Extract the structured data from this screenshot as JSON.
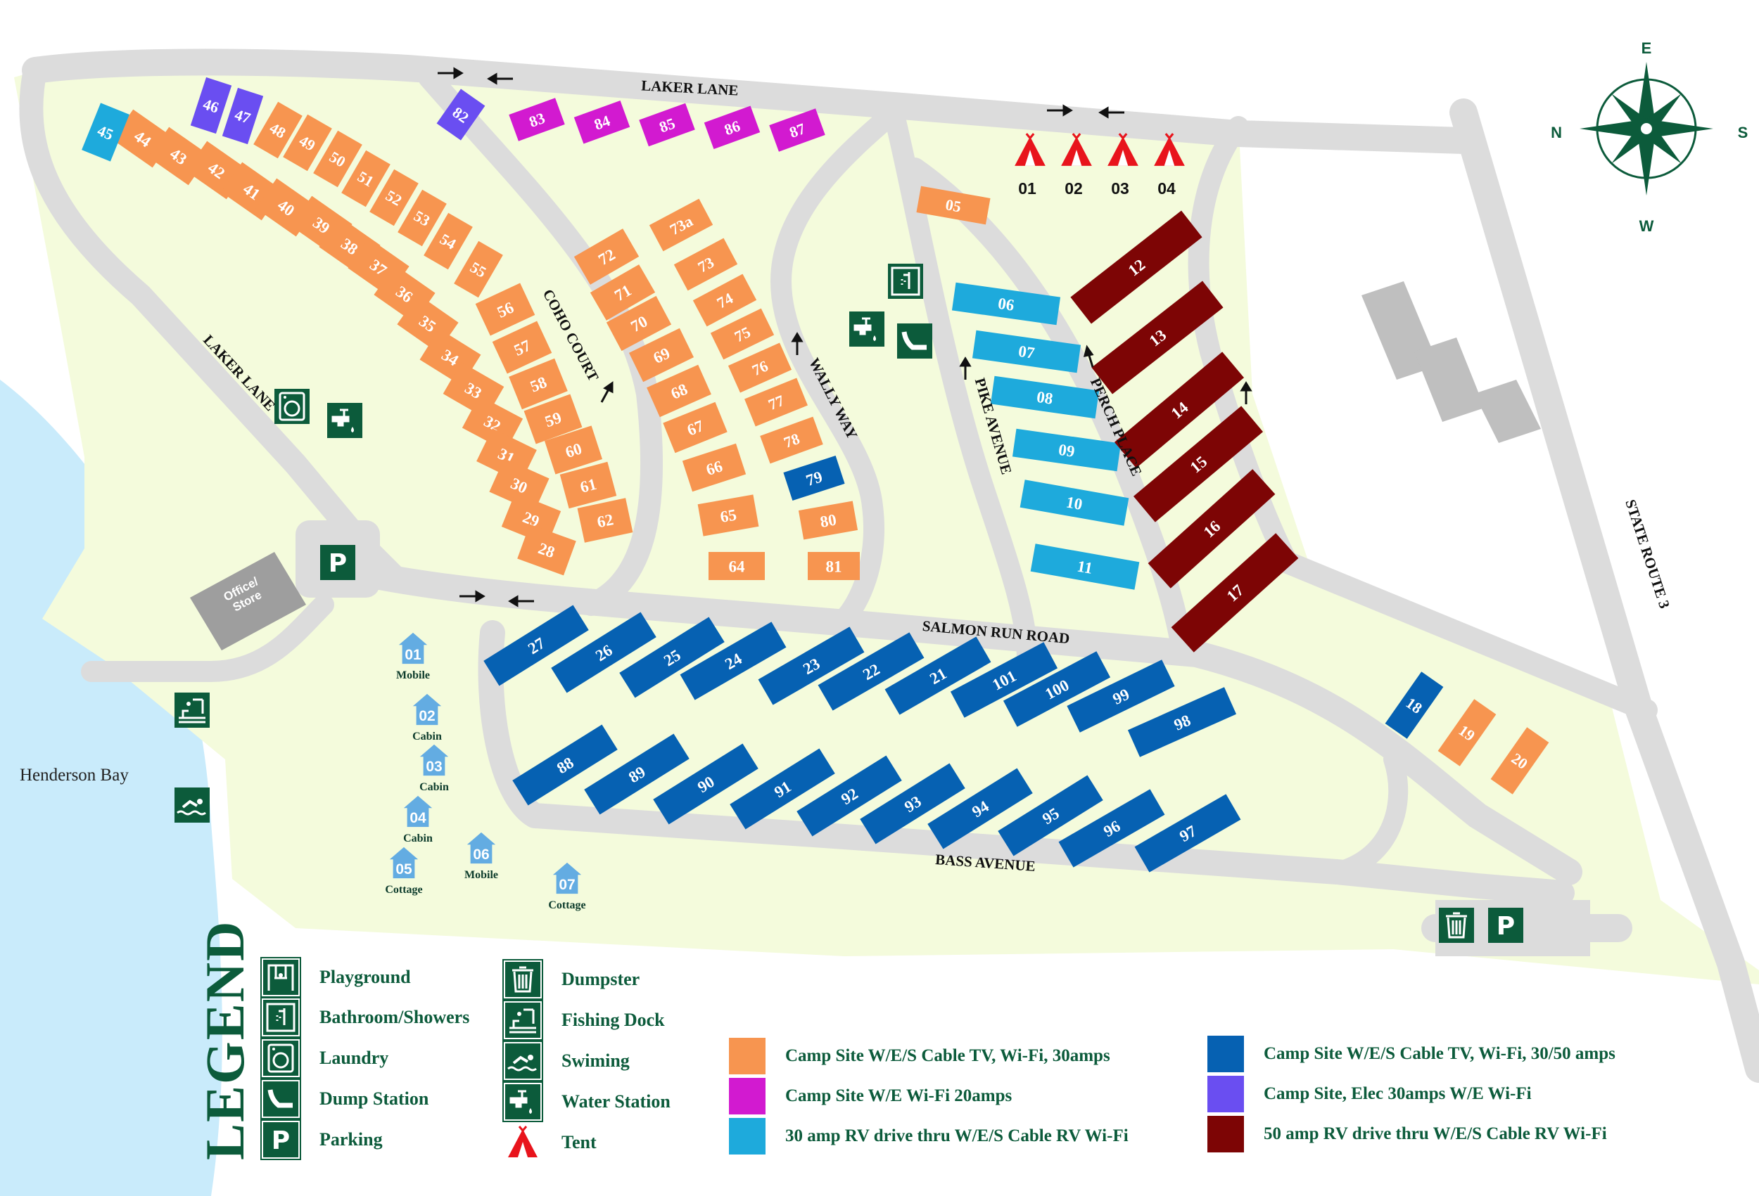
{
  "colors": {
    "orange": "#f79550",
    "magenta": "#d21ad0",
    "cyan": "#1eaadc",
    "blue": "#0661b2",
    "purple": "#6a4ef1",
    "maroon": "#7d0505",
    "green": "#0c5b3b",
    "land": "#f4fbdc",
    "water": "#c9ebfb",
    "road": "#dcdcdc",
    "tent": "#e8141c",
    "cabin": "#63ace2"
  },
  "compass": {
    "n": "N",
    "e": "E",
    "s": "S",
    "w": "W"
  },
  "roads": {
    "laker_lane_top": "LAKER LANE",
    "laker_lane_side": "LAKER LANE",
    "coho_court": "COHO COURT",
    "wally_way": "WALLY WAY",
    "pike_avenue": "PIKE AVENUE",
    "perch_place": "PERCH PLACE",
    "salmon_run_road": "SALMON RUN ROAD",
    "bass_avenue": "BASS AVENUE",
    "state_route_3": "STATE ROUTE 3"
  },
  "places": {
    "bay": "Henderson Bay",
    "office": "Office/\nStore"
  },
  "tents": [
    "01",
    "02",
    "03",
    "04"
  ],
  "cabins": [
    {
      "n": "01",
      "label": "Mobile"
    },
    {
      "n": "02",
      "label": "Cabin"
    },
    {
      "n": "03",
      "label": "Cabin"
    },
    {
      "n": "04",
      "label": "Cabin"
    },
    {
      "n": "05",
      "label": "Cottage"
    },
    {
      "n": "06",
      "label": "Mobile"
    },
    {
      "n": "07",
      "label": "Cottage"
    }
  ],
  "sites": {
    "orange_west": [
      "44",
      "43",
      "42",
      "41",
      "40",
      "39",
      "38",
      "37",
      "36",
      "35",
      "34",
      "33",
      "32",
      "31",
      "30",
      "29",
      "28"
    ],
    "orange_east": [
      "48",
      "49",
      "50",
      "51",
      "52",
      "53",
      "54",
      "55"
    ],
    "purple": [
      "46",
      "47",
      "82"
    ],
    "cyan_corner": [
      "45"
    ],
    "coho_east": [
      "56",
      "57",
      "58",
      "59",
      "60",
      "61",
      "62"
    ],
    "magenta": [
      "83",
      "84",
      "85",
      "86",
      "87"
    ],
    "wally_west": [
      "72",
      "71",
      "70",
      "69",
      "68",
      "67"
    ],
    "wally_east": [
      "73a",
      "73",
      "74",
      "75",
      "76",
      "77",
      "78"
    ],
    "south_pair": [
      "66",
      "65",
      "64"
    ],
    "wally_low": [
      "79",
      "80",
      "81"
    ],
    "cyan_drive": [
      "05",
      "06",
      "07",
      "08",
      "09",
      "10",
      "11"
    ],
    "maroon": [
      "12",
      "13",
      "14",
      "15",
      "16",
      "17"
    ],
    "blue_salmon": [
      "27",
      "26",
      "25",
      "24",
      "23",
      "22",
      "21",
      "101",
      "100",
      "99",
      "98"
    ],
    "blue_bass": [
      "88",
      "89",
      "90",
      "91",
      "92",
      "93",
      "94",
      "95",
      "96",
      "97"
    ],
    "east_sites": [
      "18",
      "19",
      "20"
    ]
  },
  "legend": {
    "title": "LEGEND",
    "amenities": [
      {
        "label": "Playground",
        "icon": "playground-icon"
      },
      {
        "label": "Bathroom/Showers",
        "icon": "shower-icon"
      },
      {
        "label": "Laundry",
        "icon": "laundry-icon"
      },
      {
        "label": "Dump Station",
        "icon": "dump-station-icon"
      },
      {
        "label": "Parking",
        "icon": "parking-icon",
        "glyph": "P"
      },
      {
        "label": "Dumpster",
        "icon": "dumpster-icon"
      },
      {
        "label": "Fishing Dock",
        "icon": "fishing-dock-icon"
      },
      {
        "label": "Swiming",
        "icon": "swimming-icon"
      },
      {
        "label": "Water Station",
        "icon": "water-station-icon"
      },
      {
        "label": "Tent",
        "icon": "tent-icon"
      }
    ],
    "categories": [
      {
        "label": "Camp Site W/E/S Cable TV, Wi-Fi, 30amps",
        "color": "#f79550"
      },
      {
        "label": "Camp Site W/E Wi-Fi 20amps",
        "color": "#d21ad0"
      },
      {
        "label": "30 amp RV drive thru W/E/S Cable RV Wi-Fi",
        "color": "#1eaadc"
      },
      {
        "label": "Camp Site W/E/S Cable TV, Wi-Fi, 30/50 amps",
        "color": "#0661b2"
      },
      {
        "label": "Camp Site, Elec 30amps W/E Wi-Fi",
        "color": "#6a4ef1"
      },
      {
        "label": "50 amp RV drive thru W/E/S Cable RV Wi-Fi",
        "color": "#7d0505"
      }
    ]
  },
  "parking_glyph": "P"
}
